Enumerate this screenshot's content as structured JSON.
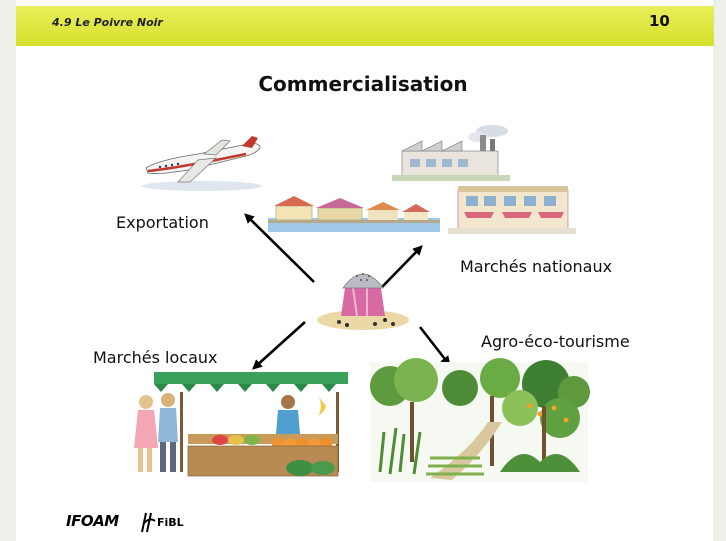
{
  "header": {
    "section_label": "4.9 Le Poivre Noir",
    "slide_number": "10",
    "accent_color": "#d9e23a"
  },
  "title": "Commercialisation",
  "labels": {
    "export": "Exportation",
    "national": "Marchés nationaux",
    "local": "Marchés locaux",
    "tourism": "Agro-éco-tourisme"
  },
  "footer": {
    "logo1": "IFOAM",
    "logo2": "FiBL"
  },
  "illustrations": [
    "airplane-illustration",
    "waterfront-market-illustration",
    "factory-illustration",
    "shop-illustration",
    "pepper-shaker-illustration",
    "fruit-stall-illustration",
    "garden-illustration"
  ]
}
